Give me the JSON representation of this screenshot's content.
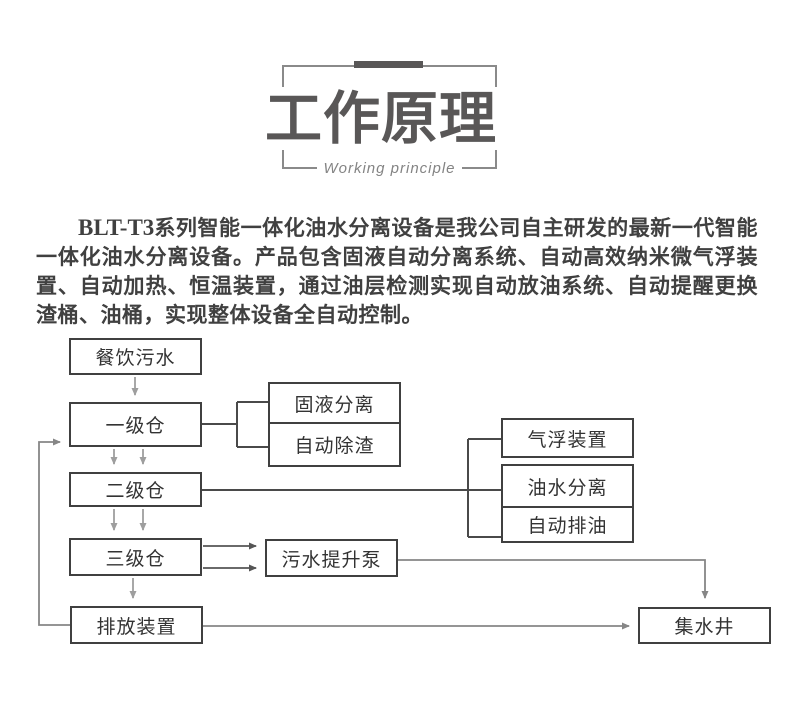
{
  "header": {
    "title_zh": "工作原理",
    "title_en": "Working principle"
  },
  "intro": {
    "model": "BLT-T3",
    "text": "系列智能一体化油水分离设备是我公司自主研发的最新一代智能一体化油水分离设备。产品包含固液自动分离系统、自动高效纳米微气浮装置、自动加热、恒温装置，通过油层检测实现自动放油系统、自动提醒更换渣桶、油桶，实现整体设备全自动控制。"
  },
  "flowchart": {
    "nodes": [
      {
        "id": "catering-wastewater",
        "label": "餐饮污水"
      },
      {
        "id": "stage1-chamber",
        "label": "一级仓"
      },
      {
        "id": "stage2-chamber",
        "label": "二级仓"
      },
      {
        "id": "stage3-chamber",
        "label": "三级仓"
      },
      {
        "id": "discharge-device",
        "label": "排放装置"
      },
      {
        "id": "solid-liquid-separation",
        "label": "固液分离"
      },
      {
        "id": "auto-slag-removal",
        "label": "自动除渣"
      },
      {
        "id": "air-flotation-device",
        "label": "气浮装置"
      },
      {
        "id": "oil-water-separation",
        "label": "油水分离"
      },
      {
        "id": "auto-oil-discharge",
        "label": "自动排油"
      },
      {
        "id": "sewage-lift-pump",
        "label": "污水提升泵"
      },
      {
        "id": "water-collection-well",
        "label": "集水井"
      }
    ]
  },
  "colors": {
    "title": "#595757",
    "frame_line": "#8a8a8a",
    "body_text": "#404040",
    "box_border": "#404040",
    "connector_dark": "#4a4a4a",
    "connector_medium": "#868686",
    "connector_light": "#9e9e9e"
  }
}
